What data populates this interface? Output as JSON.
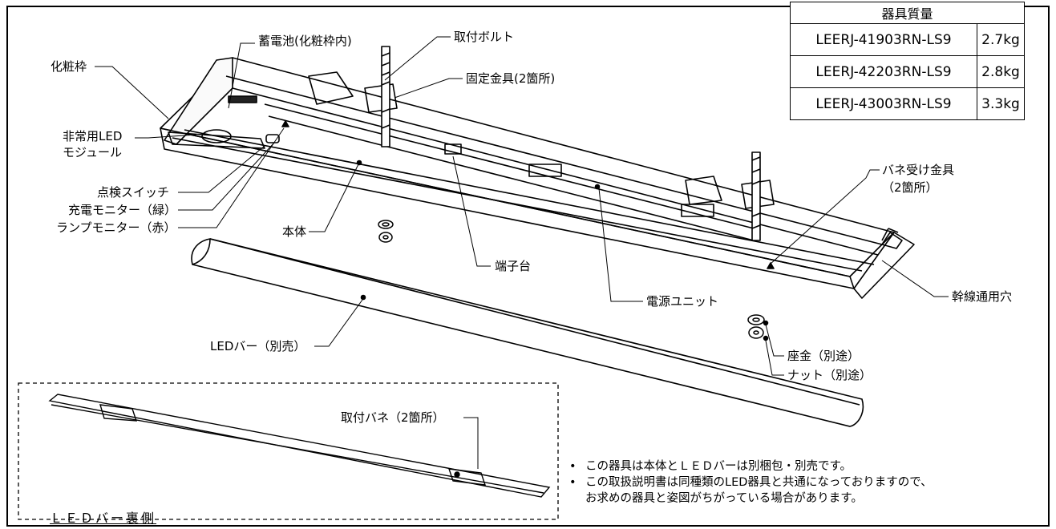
{
  "weight_table": {
    "title": "器具質量",
    "rows": [
      {
        "model": "LEERJ-41903RN-LS9",
        "weight": "2.7kg"
      },
      {
        "model": "LEERJ-42203RN-LS9",
        "weight": "2.8kg"
      },
      {
        "model": "LEERJ-43003RN-LS9",
        "weight": "3.3kg"
      }
    ]
  },
  "labels": {
    "decorative_frame": "化粧枠",
    "battery": "蓄電池(化粧枠内)",
    "mounting_bolt": "取付ボルト",
    "fixing_bracket": "固定金具(2箇所)",
    "emergency_led_module_line1": "非常用LED",
    "emergency_led_module_line2": "モジュール",
    "test_switch": "点検スイッチ",
    "charge_monitor": "充電モニター（緑）",
    "lamp_monitor": "ランプモニター（赤）",
    "main_body": "本体",
    "terminal_block": "端子台",
    "power_unit": "電源ユニット",
    "spring_bracket_line1": "バネ受け金具",
    "spring_bracket_line2": "（2箇所）",
    "trunk_hole": "幹線通用穴",
    "led_bar": "LEDバー（別売）",
    "washer": "座金（別途）",
    "nut": "ナット（別途）",
    "mounting_spring": "取付バネ（2箇所）",
    "led_bar_back": "ＬＥＤバー裏側"
  },
  "notes": [
    "この器具は本体とＬＥＤバーは別梱包・別売です。",
    "この取扱説明書は同種類のLED器具と共通になっておりますので、",
    "お求めの器具と姿図がちがっている場合があります。"
  ],
  "note_bullet": "•"
}
